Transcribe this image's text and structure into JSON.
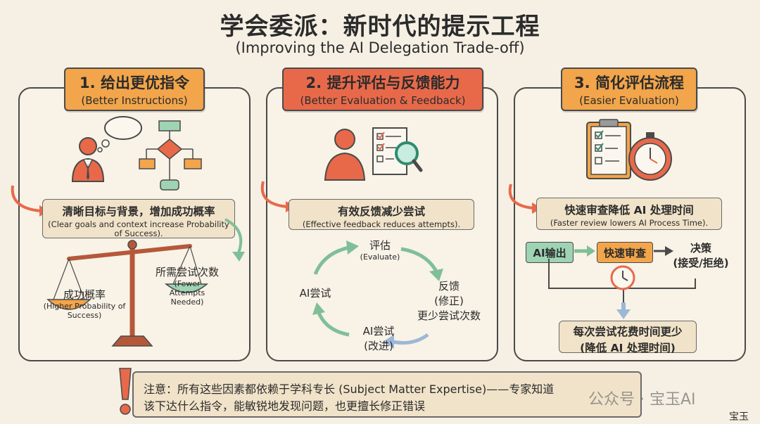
{
  "title": "学会委派：新时代的提示工程",
  "subtitle": "(Improving the AI Delegation Trade-off)",
  "panels": [
    {
      "heading": "1. 给出更优指令",
      "heading_en": "(Better Instructions)",
      "box_main": "清晰目标与背景，增加成功概率",
      "box_sub": "(Clear goals and context increase Probability of Success).",
      "left_label": "成功概率",
      "left_label_en": "(Higher Probability of Success)",
      "right_label": "所需尝试次数",
      "right_label_en": "(Fewer Attempts Needed)"
    },
    {
      "heading": "2. 提升评估与反馈能力",
      "heading_en": "(Better Evaluation & Feedback)",
      "box_main": "有效反馈减少尝试",
      "box_sub": "(Effective feedback reduces attempts).",
      "cycle": {
        "evaluate": "评估",
        "evaluate_en": "(Evaluate)",
        "feedback": "反馈",
        "feedback_sub": "(修正)",
        "fewer": "更少尝试次数",
        "improve": "AI尝试",
        "improve_sub": "(改进)",
        "attempt": "AI尝试"
      }
    },
    {
      "heading": "3. 简化评估流程",
      "heading_en": "(Easier Evaluation)",
      "box_main": "快速审查降低 AI 处理时间",
      "box_sub": "(Faster review lowers AI Process Time).",
      "flow": {
        "ai_output": "AI输出",
        "quick_review": "快速审查",
        "decision": "决策",
        "decision_sub": "(接受/拒绝)",
        "result": "每次尝试花费时间更少",
        "result_sub": "(降低 AI 处理时间)"
      }
    }
  ],
  "note": {
    "line1": "注意：所有这些因素都依赖于学科专长 (Subject Matter Expertise)——专家知道",
    "line2": "该下达什么指令，能敏锐地发现问题，也更擅长修正错误"
  },
  "watermark": "公众号 · 宝玉AI",
  "signature": "宝玉",
  "colors": {
    "background": "#f6f0e4",
    "header1": "#f2a54a",
    "header2": "#e8694a",
    "header3": "#f2a54a",
    "box": "#f1e3c9",
    "green": "#9ed3b4",
    "orange": "#f2a54a",
    "person": "#e8694a",
    "note_mark": "#e8694a"
  }
}
